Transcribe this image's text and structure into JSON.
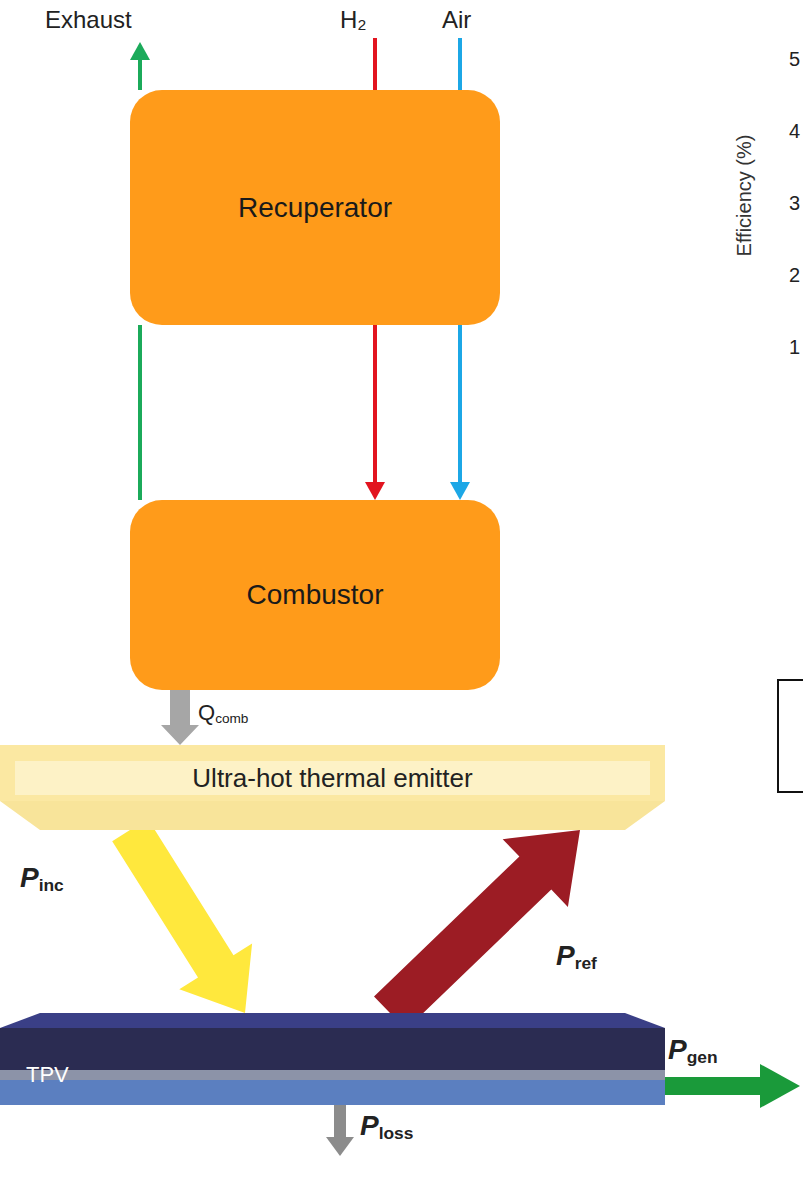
{
  "diagram": {
    "nodes": [
      {
        "text": [
          "Recuperator"
        ]
      },
      {
        "text": [
          "Combustor"
        ]
      },
      {
        "text": [
          "Ultra-hot thermal emitter"
        ]
      },
      {
        "text": [
          "TPV"
        ]
      }
    ],
    "edges": [
      {
        "from": 0,
        "to": 1,
        "arrow": "to"
      },
      {
        "from": 0,
        "to": 1,
        "arrow": "to"
      },
      {
        "from": 1,
        "to": 0,
        "arrow": "none"
      },
      {
        "from": 1,
        "to": 2,
        "arrow": "to",
        "label": "Qcomb"
      },
      {
        "from": 2,
        "to": 3,
        "arrow": "to",
        "label": "Pinc"
      },
      {
        "from": 3,
        "to": 2,
        "arrow": "to",
        "label": "Pref"
      }
    ],
    "labels": [
      "Exhaust",
      "H₂",
      "Air",
      "Pgen",
      "Ploss",
      "Efficiency (%)",
      "5",
      "4",
      "3",
      "2",
      "1"
    ]
  }
}
